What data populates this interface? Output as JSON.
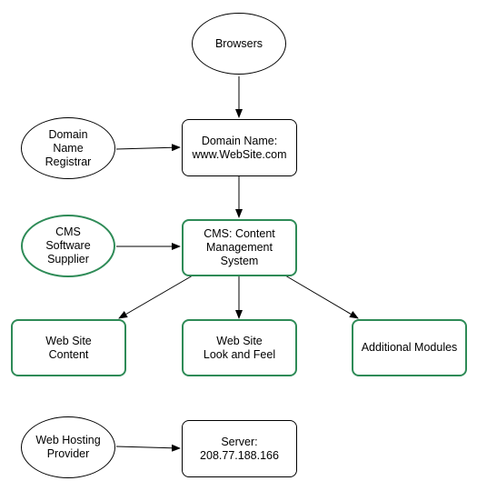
{
  "nodes": {
    "browsers": {
      "lines": [
        "Browsers"
      ]
    },
    "registrar": {
      "lines": [
        "Domain",
        "Name",
        "Registrar"
      ]
    },
    "domain_name": {
      "lines": [
        "Domain Name:",
        "www.WebSite.com"
      ]
    },
    "cms_supplier": {
      "lines": [
        "CMS",
        "Software",
        "Supplier"
      ]
    },
    "cms": {
      "lines": [
        "CMS: Content",
        "Management",
        "System"
      ]
    },
    "content": {
      "lines": [
        "Web Site",
        "Content"
      ]
    },
    "look_feel": {
      "lines": [
        "Web Site",
        "Look and Feel"
      ]
    },
    "modules": {
      "lines": [
        "Additional Modules"
      ]
    },
    "hosting": {
      "lines": [
        "Web Hosting",
        "Provider"
      ]
    },
    "server": {
      "lines": [
        "Server:",
        "208.77.188.166"
      ]
    }
  },
  "colors": {
    "accent": "#2e8b57",
    "line": "#000000"
  }
}
